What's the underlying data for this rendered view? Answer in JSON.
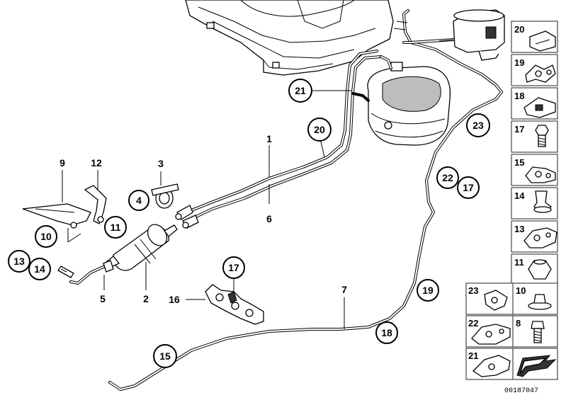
{
  "diagram": {
    "labels": {
      "p1": "1",
      "p2": "2",
      "p3": "3",
      "p4": "4",
      "p5": "5",
      "p6": "6",
      "p7": "7",
      "p8": "8",
      "p9": "9",
      "p10": "10",
      "p11": "11",
      "p12": "12",
      "p13": "13",
      "p14": "14",
      "p15": "15",
      "p16": "16",
      "p17": "17",
      "p18": "18",
      "p19": "19",
      "p20": "20",
      "p21": "21",
      "p22": "22",
      "p23": "23"
    },
    "legend": [
      {
        "num": "20"
      },
      {
        "num": "19"
      },
      {
        "num": "18"
      },
      {
        "num": "17"
      },
      {
        "num": "15"
      },
      {
        "num": "14"
      },
      {
        "num": "13"
      },
      {
        "num": "11"
      }
    ],
    "legend_bottom": [
      {
        "left": "23",
        "right": "10"
      },
      {
        "left": "22",
        "right": "8"
      },
      {
        "left": "21",
        "right": ""
      }
    ],
    "drawing_code": "00187047"
  }
}
